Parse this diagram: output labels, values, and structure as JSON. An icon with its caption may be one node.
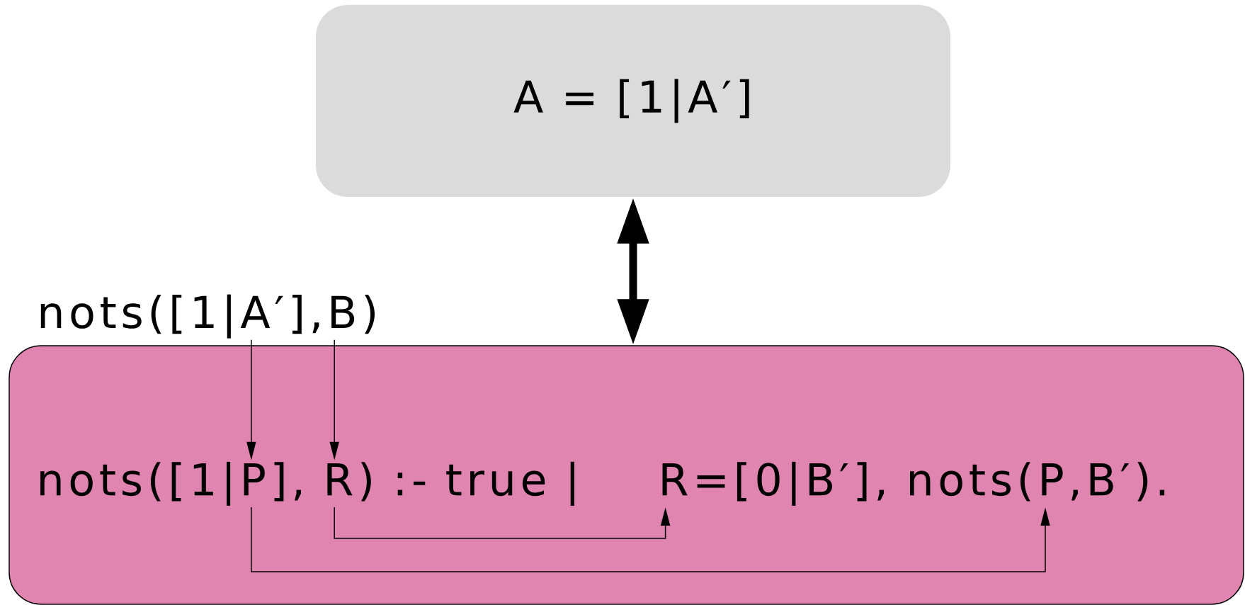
{
  "diagram": {
    "nodes": [
      {
        "text": [
          "A = [1|A′]"
        ]
      },
      {
        "text": [],
        "shape": "box"
      },
      {
        "text": [
          "nots([1|A′],B)"
        ]
      },
      {
        "text": [
          "nots([1|P], R) :- true |"
        ],
        "in": 1
      },
      {
        "text": [
          "R=[0|B′], nots(P,B′)."
        ],
        "in": 1
      }
    ],
    "edges": [
      {
        "from": 0,
        "to": 1,
        "arrow": "both",
        "style": "thick"
      },
      {
        "from": 2,
        "to": 3,
        "arrow": "to"
      },
      {
        "from": 2,
        "to": 3,
        "arrow": "to"
      },
      {
        "from": 3,
        "to": 4,
        "arrow": "to"
      },
      {
        "from": 3,
        "to": 4,
        "arrow": "to"
      }
    ]
  }
}
